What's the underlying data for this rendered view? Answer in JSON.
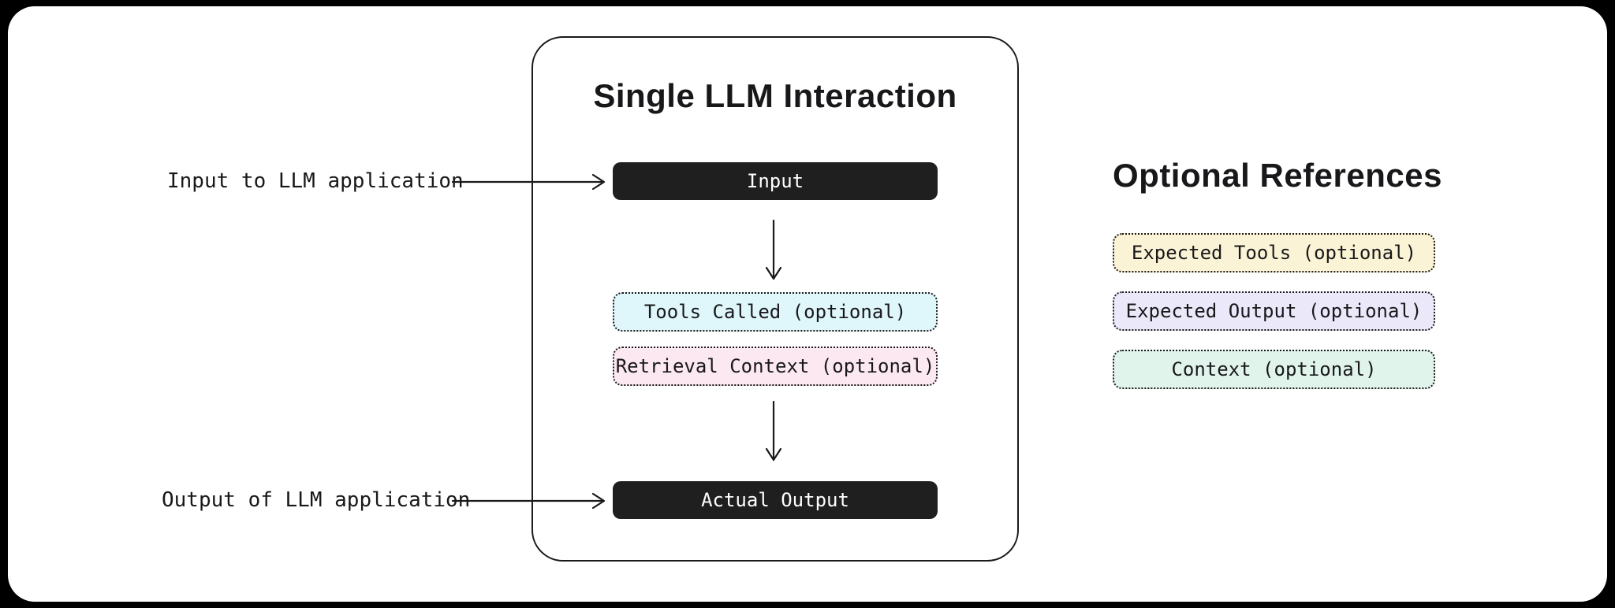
{
  "canvas": {
    "background_color": "#000000",
    "card_color": "#ffffff",
    "line_color": "#1a1a1a"
  },
  "diagram": {
    "title": "Single LLM Interaction",
    "nodes": {
      "input": {
        "label": "Input",
        "bg": "#1f1f1f",
        "text_color": "#ffffff"
      },
      "tools_called": {
        "label": "Tools Called (optional)",
        "bg": "#dff6fa"
      },
      "retrieval_context": {
        "label": "Retrieval Context (optional)",
        "bg": "#fce8f1"
      },
      "actual_output": {
        "label": "Actual Output",
        "bg": "#1f1f1f",
        "text_color": "#ffffff"
      }
    }
  },
  "annotations": {
    "input_label": "Input to LLM application",
    "output_label": "Output of LLM application"
  },
  "references": {
    "title": "Optional References",
    "items": [
      {
        "label": "Expected Tools (optional)",
        "bg": "#fbf3d5"
      },
      {
        "label": "Expected Output (optional)",
        "bg": "#ebe8fa"
      },
      {
        "label": "Context (optional)",
        "bg": "#e0f4eb"
      }
    ]
  }
}
